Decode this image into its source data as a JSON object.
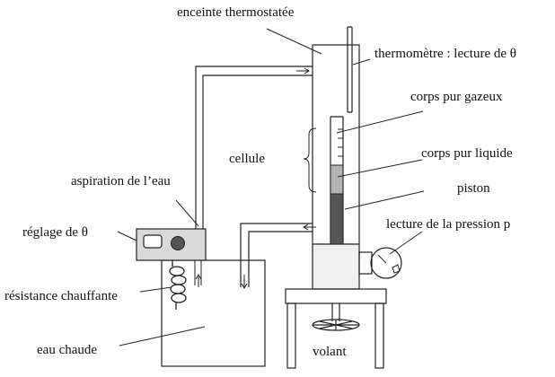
{
  "labels": {
    "enceinte": "enceinte thermostatée",
    "thermometre": "thermomètre : lecture de θ",
    "corps_gazeux": "corps pur gazeux",
    "cellule": "cellule",
    "corps_liquide": "corps pur liquide",
    "piston": "piston",
    "aspiration": "aspiration de l’eau",
    "reglage": "réglage de θ",
    "pression": "lecture de la pression p",
    "resistance": "résistance chauffante",
    "eau": "eau chaude",
    "volant": "volant"
  },
  "colors": {
    "line": "#222222",
    "controller_box": "#d9d9d9",
    "liquid": "#b3b3b3",
    "piston": "#555555",
    "base_block": "#f0f0f0"
  }
}
